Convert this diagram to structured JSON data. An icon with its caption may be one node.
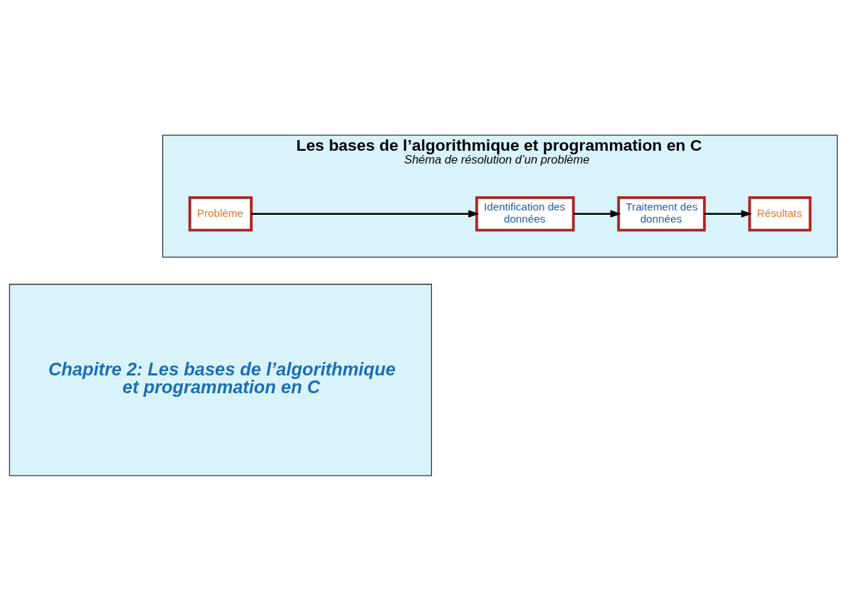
{
  "diagram": {
    "nodes": [
      {
        "text": [
          "Chapitre 2: Les bases de l’algorithmique et programmation en C"
        ]
      },
      {
        "text": [
          "Les bases de l’algorithmique et programmation en C",
          "Shéma de résolution d’un problème"
        ]
      },
      {
        "text": [
          "Problème"
        ],
        "in": 1
      },
      {
        "text": [
          "Identification des données"
        ],
        "in": 1
      },
      {
        "text": [
          "Traitement des données"
        ],
        "in": 1
      },
      {
        "text": [
          "Résultats"
        ],
        "in": 1
      }
    ],
    "edges": [
      {
        "from": 2,
        "to": 3,
        "arrow": "to"
      },
      {
        "from": 3,
        "to": 4,
        "arrow": "to"
      },
      {
        "from": 4,
        "to": 5,
        "arrow": "to"
      }
    ]
  }
}
